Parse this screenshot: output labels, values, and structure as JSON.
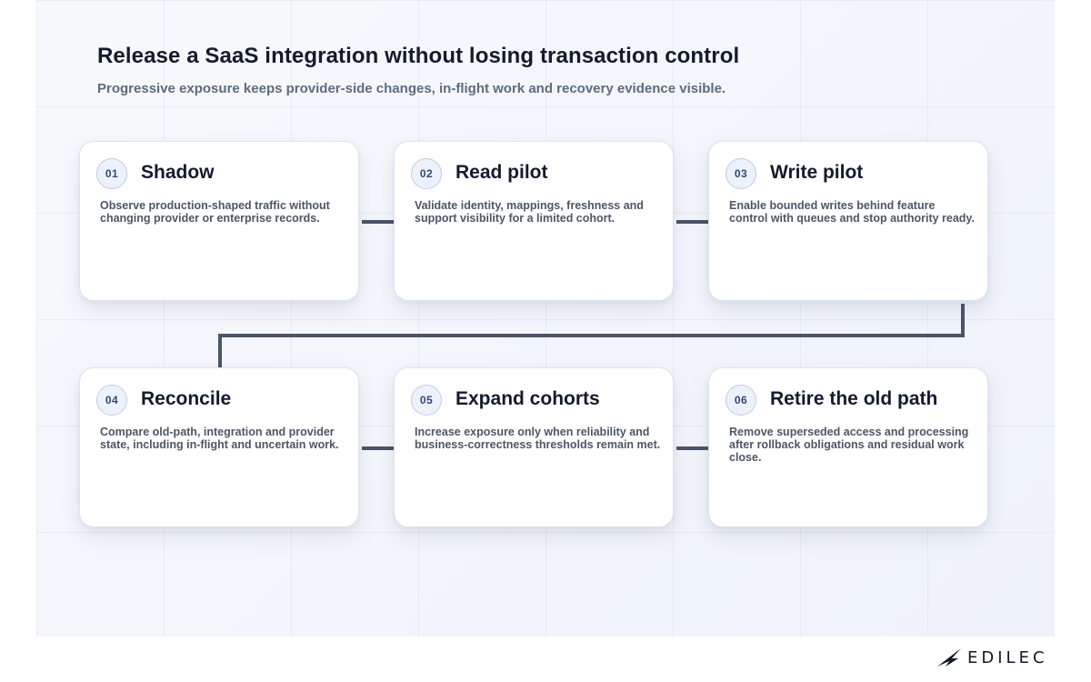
{
  "title": "Release a SaaS integration without losing transaction control",
  "subtitle": "Progressive exposure keeps provider-side changes, in-flight work and recovery evidence visible.",
  "steps": [
    {
      "number": "01",
      "title": "Shadow",
      "description": "Observe production-shaped traffic without changing provider or enterprise records."
    },
    {
      "number": "02",
      "title": "Read pilot",
      "description": "Validate identity, mappings, freshness and support visibility for a limited cohort."
    },
    {
      "number": "03",
      "title": "Write pilot",
      "description": "Enable bounded writes behind feature control with queues and stop authority ready."
    },
    {
      "number": "04",
      "title": "Reconcile",
      "description": "Compare old-path, integration and provider state, including in-flight and uncertain work."
    },
    {
      "number": "05",
      "title": "Expand cohorts",
      "description": "Increase exposure only when reliability and business-correctness thresholds remain met."
    },
    {
      "number": "06",
      "title": "Retire the old path",
      "description": "Remove superseded access and processing after rollback obligations and residual work close."
    }
  ],
  "brand": {
    "name": "EDILEC",
    "icon": "edilec-logo-icon"
  },
  "colors": {
    "connector": "#4a5568",
    "title": "#141b2d",
    "subtitle": "#5e6b80",
    "badge_text": "#2e4a7a"
  }
}
